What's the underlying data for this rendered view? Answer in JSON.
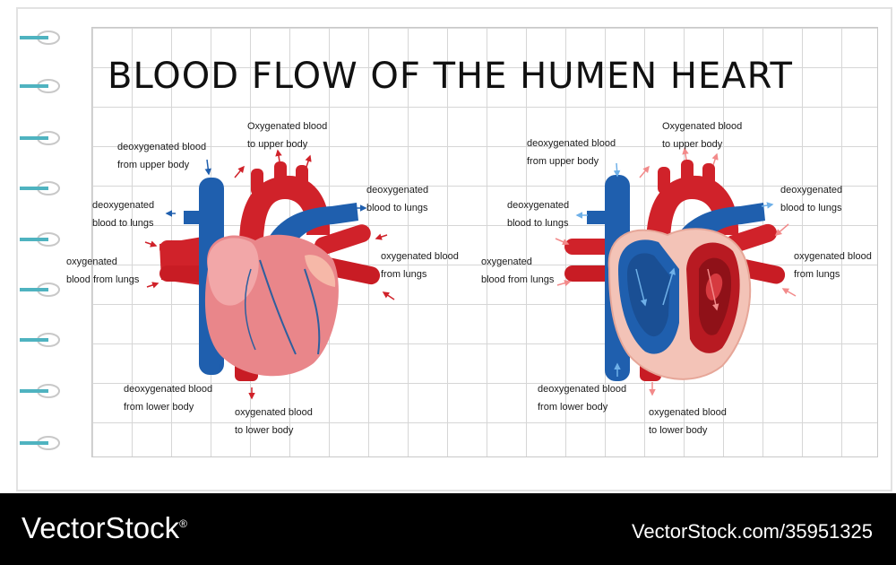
{
  "title": "BLOOD FLOW OF THE HUMEN HEART",
  "left_labels": {
    "deoxy_upper": "deoxygenated blood\nfrom upper body",
    "deoxy_lungs_left": "deoxygenated\nblood to lungs",
    "oxy_from_lungs_left": "oxygenated\nblood from lungs",
    "oxy_upper": "Oxygenated blood\nto upper body",
    "deoxy_lungs_right": "deoxygenated\nblood to lungs",
    "oxy_from_lungs_right": "oxygenated blood\nfrom lungs",
    "deoxy_lower": "deoxygenated blood\nfrom lower body",
    "oxy_lower": "oxygenated blood\nto lower body"
  },
  "right_labels": {
    "deoxy_upper": "deoxygenated blood\nfrom upper body",
    "deoxy_lungs_left": "deoxygenated\nblood to lungs",
    "oxy_from_lungs_left": "oxygenated\nblood from lungs",
    "oxy_upper": "Oxygenated blood\nto upper body",
    "deoxy_lungs_right": "deoxygenated\nblood to lungs",
    "oxy_from_lungs_right": "oxygenated blood\nfrom lungs",
    "deoxy_lower": "deoxygenated blood\nfrom lower body",
    "oxy_lower": "oxygenated blood\nto lower body"
  },
  "footer": {
    "brand": "VectorStock",
    "brand_mark": "®",
    "image_id": "VectorStock.com/35951325"
  },
  "colors": {
    "deoxygenated": "#1f5fae",
    "oxygenated": "#d0222a",
    "muscle": "#e9868a"
  }
}
